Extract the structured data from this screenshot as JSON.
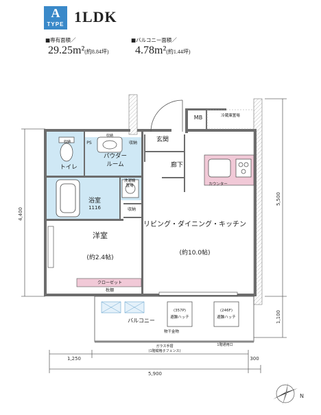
{
  "header": {
    "type_letter": "A",
    "type_word": "TYPE",
    "plan_type": "1LDK",
    "exclusive_area_label": "■専有面積／",
    "exclusive_area_value": "29.25m²",
    "exclusive_area_tsubo": "(約8.84坪)",
    "balcony_area_label": "■バルコニー面積／",
    "balcony_area_value": "4.78m²",
    "balcony_area_tsubo": "(約1.44坪)"
  },
  "rooms": {
    "mb": "MB",
    "fridge": "冷蔵庫置場",
    "genkan": "玄関",
    "ps": "PS",
    "storage_a": "収納",
    "storage_b": "収納",
    "storage_c": "収納",
    "storage_d": "収納",
    "toilet": "トイレ",
    "powder_1": "パウダー",
    "powder_2": "ルーム",
    "hallway": "廊下",
    "counter": "カウンター",
    "laundry_1": "洗濯機",
    "laundry_2": "置場",
    "bath_1": "浴室",
    "bath_2": "1116",
    "living": "リビング・ダイニング・キッチン",
    "living_size": "(約10.0帖)",
    "western": "洋室",
    "western_size": "(約2.4帖)",
    "closet": "クローゼット",
    "shelf": "枕棚",
    "balcony": "バルコニー",
    "hatch_left_1": "(357P)",
    "hatch_left_2": "避難ハッチ",
    "hatch_right_1": "(246F)",
    "hatch_right_2": "避難ハッチ",
    "balcony_hardware": "物干金物",
    "glass_rail_1": "ガラス手摺",
    "glass_rail_2": "(1階縦格子フェンス)",
    "first_floor_gate": "1階通用口"
  },
  "dimensions": {
    "left_height": "4,400",
    "right_height": "5,500",
    "balcony_depth": "1,100",
    "left_offset": "1,250",
    "total_width": "5,900",
    "right_offset": "300"
  },
  "compass": {
    "north_label": "N"
  },
  "colors": {
    "accent": "#3a89c9",
    "wet_area": "#cfe8f5",
    "wall": "#6d6d6d",
    "counter": "#f1c9d7",
    "balcony_tile": "#e4f1fa",
    "closet": "#f1c9d7"
  }
}
